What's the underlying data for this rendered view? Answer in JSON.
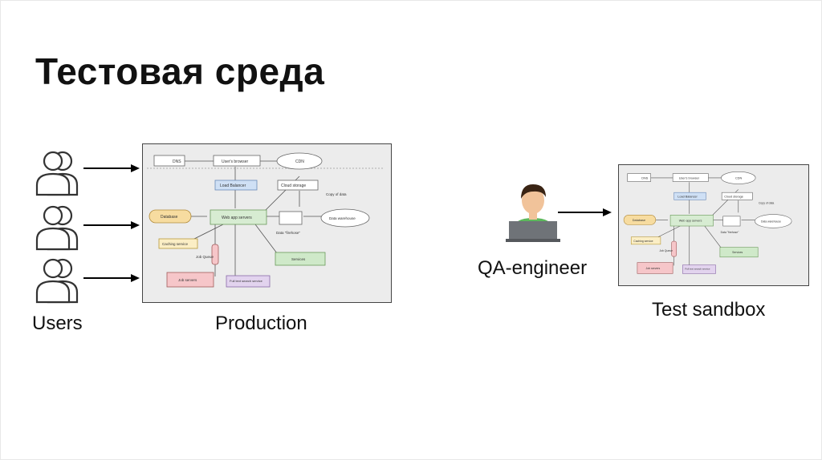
{
  "slide": {
    "title": "Тестовая среда",
    "users_label": "Users",
    "production_label": "Production",
    "qa_label": "QA-engineer",
    "sandbox_label": "Test sandbox"
  },
  "production_diagram": {
    "nodes": {
      "dns": "DNS",
      "browser": "User's browser",
      "cdn": "CDN",
      "load_balancer": "Load Balancer",
      "cloud_storage": "Cloud storage",
      "copy_of_data": "Copy of data",
      "database": "Database",
      "web_app": "Web app servers",
      "data_store": "Data \"firehose\"",
      "warehouse": "Data warehouse",
      "caching": "Caching service",
      "job_queue": "Job Queue",
      "services": "Services",
      "job_servers": "Job servers",
      "full_text": "Full text search service"
    }
  },
  "sandbox_diagram": {
    "nodes": {
      "dns": "DNS",
      "browser": "User's browser",
      "cdn": "CDN",
      "load_balancer": "Load Balancer",
      "cloud_storage": "Cloud storage",
      "copy_of_data": "Copy of data",
      "database": "Database",
      "web_app": "Web app servers",
      "data_store": "Data \"firehose\"",
      "warehouse": "Data warehouse",
      "caching": "Caching service",
      "job_queue": "Job Queue",
      "services": "Services",
      "job_servers": "Job servers",
      "full_text": "Full text search service"
    }
  },
  "colors": {
    "frame_bg": "#ececec",
    "db_fill": "#f7dca0",
    "lb_fill": "#cfe0f5",
    "webapp_fill": "#d7ecd2",
    "caching_fill": "#fbeec5",
    "services_fill": "#cfe9c9",
    "jobs_fill": "#f6c6c9",
    "fulltext_fill": "#e2d3ee",
    "shirt": "#5cb85c",
    "hair": "#3a2414",
    "skin": "#f1c39a",
    "laptop": "#6f7378"
  }
}
